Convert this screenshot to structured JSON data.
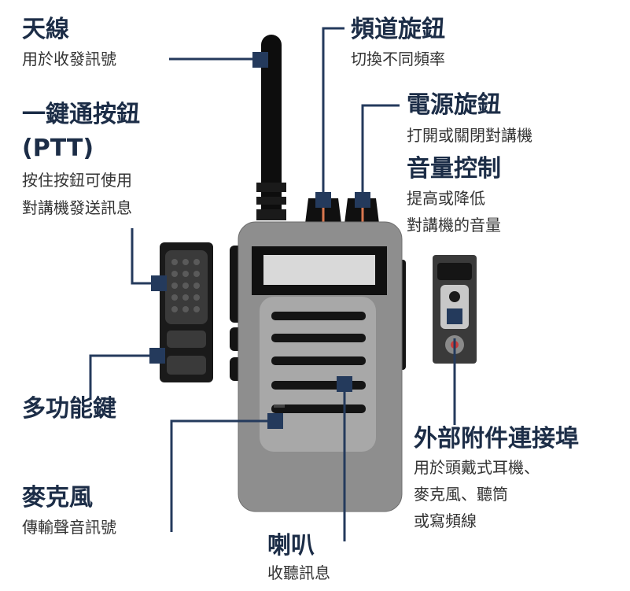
{
  "labels": {
    "antenna": {
      "title": "天線",
      "desc": "用於收發訊號"
    },
    "channel_knob": {
      "title": "頻道旋鈕",
      "desc": "切換不同頻率"
    },
    "power_knob": {
      "title": "電源旋鈕",
      "desc": "打開或關閉對講機"
    },
    "volume": {
      "title": "音量控制",
      "desc_line1": "提高或降低",
      "desc_line2": "對講機的音量"
    },
    "ptt": {
      "title_line1": "一鍵通按鈕",
      "title_line2": "(PTT)",
      "desc_line1": "按住按鈕可使用",
      "desc_line2": "對講機發送訊息"
    },
    "multi_key": {
      "title": "多功能鍵"
    },
    "accessory_port": {
      "title": "外部附件連接埠",
      "desc_line1": "用於頭戴式耳機、",
      "desc_line2": "麥克風、聽筒",
      "desc_line3": "或寫頻線"
    },
    "microphone": {
      "title": "麥克風",
      "desc": "傳輸聲音訊號"
    },
    "speaker": {
      "title": "喇叭",
      "desc": "收聽訊息"
    }
  },
  "colors": {
    "label_title": "#1c2d47",
    "leader_line": "#243a5c",
    "radio_body": "#8e8e8e",
    "knob_accent": "#d9774f"
  }
}
